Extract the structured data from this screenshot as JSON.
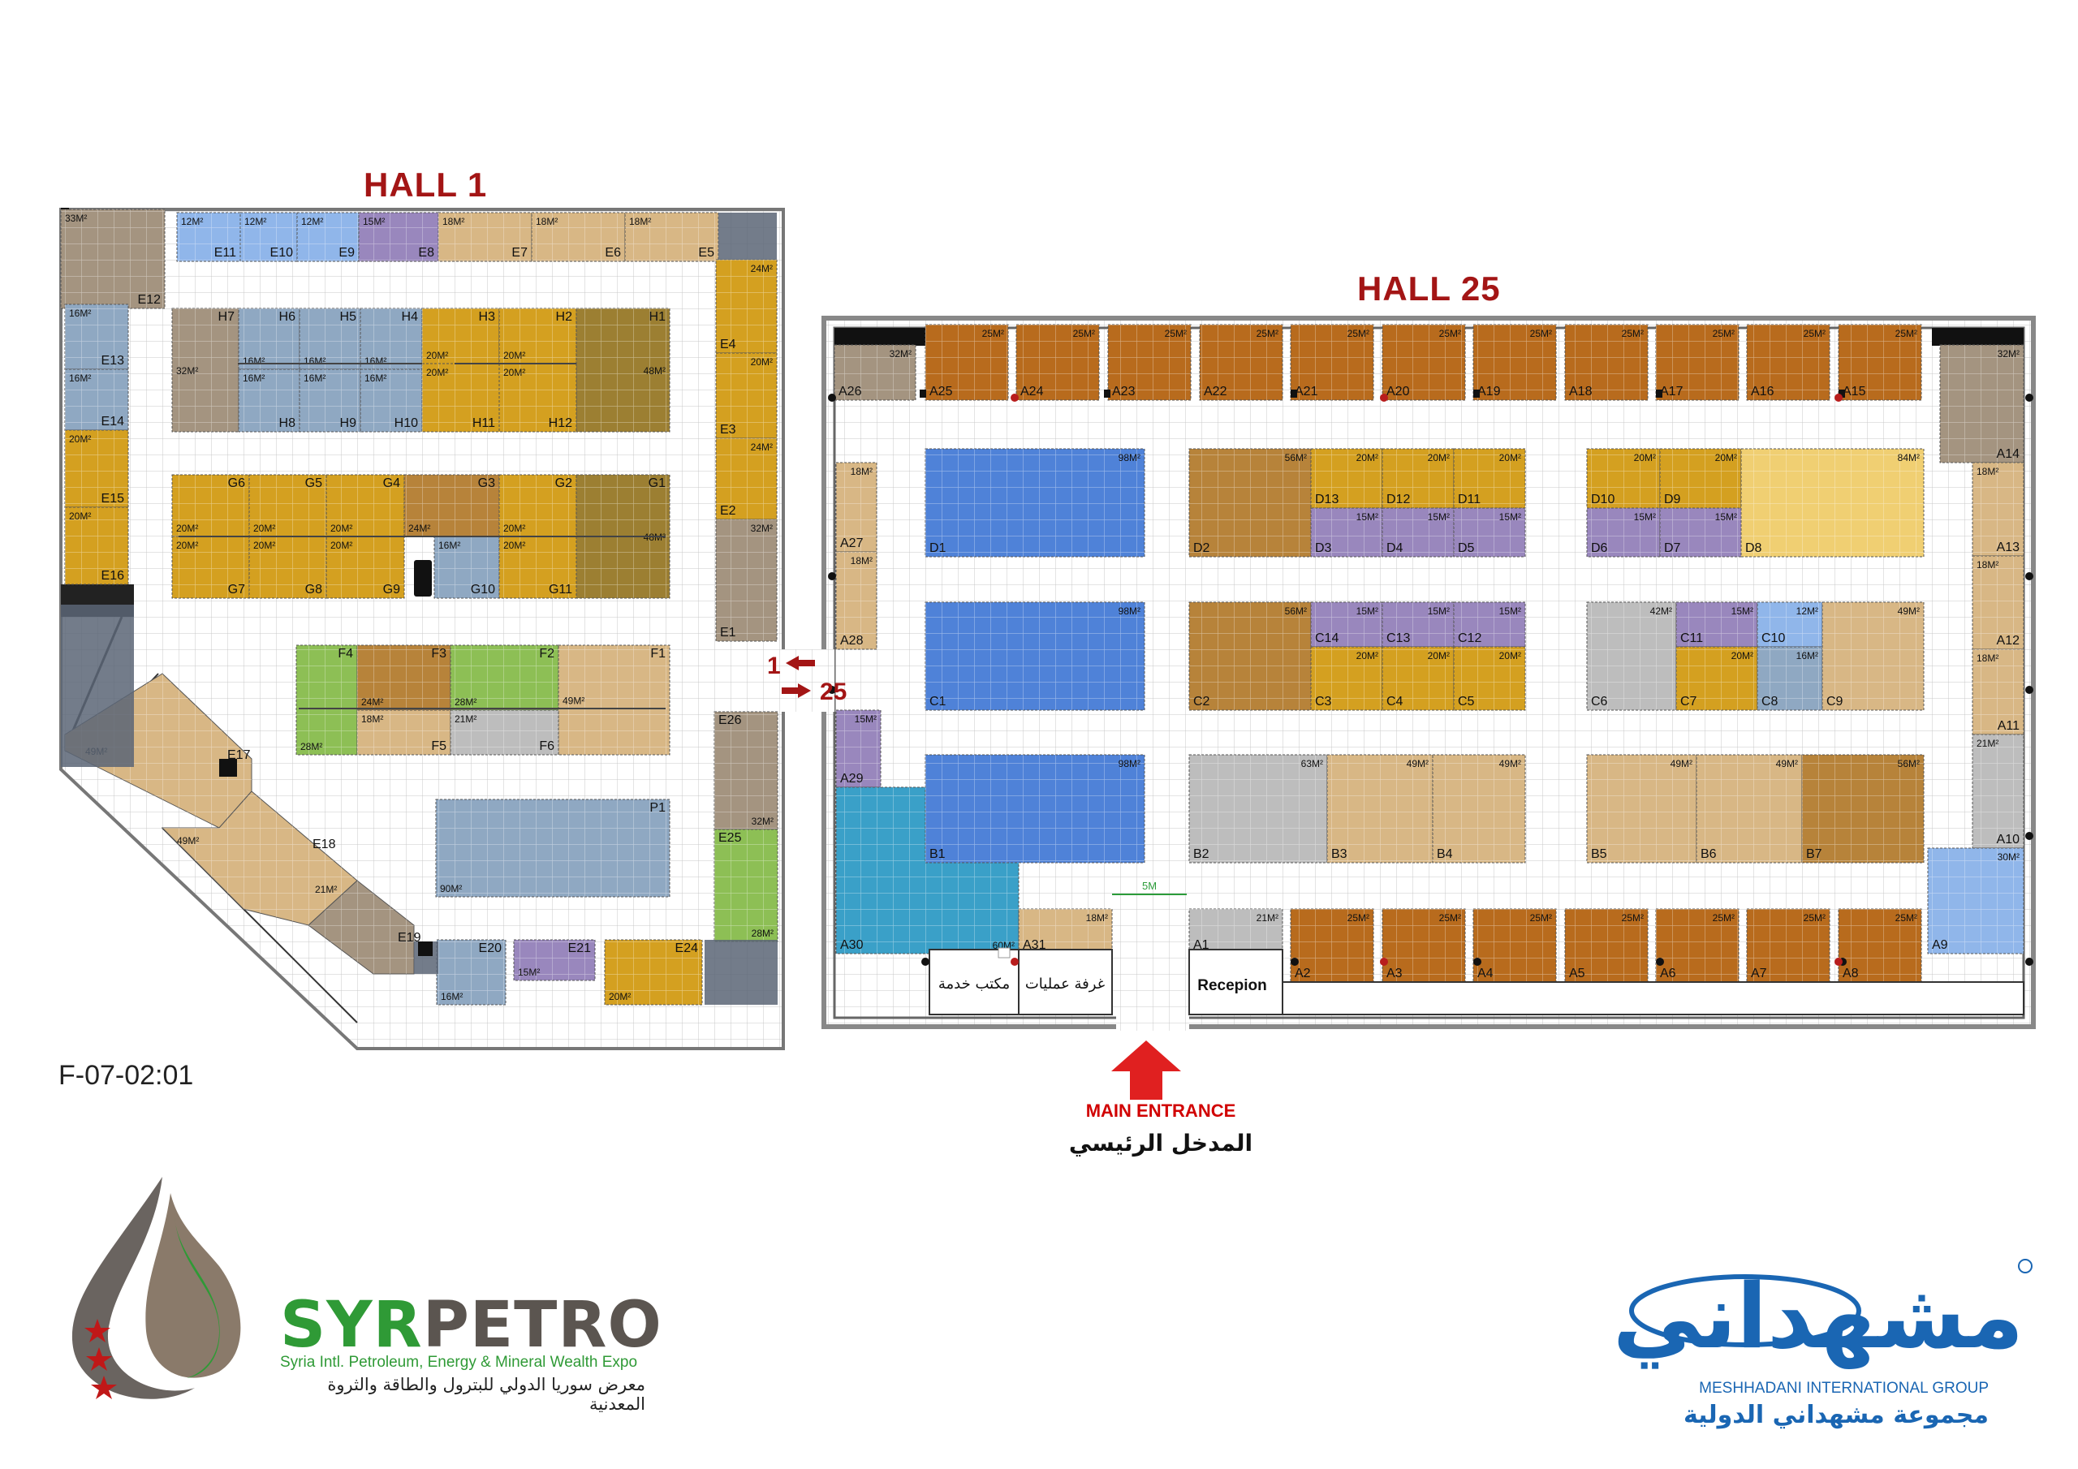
{
  "hall1_title": "HALL  1",
  "hall25_title": "HALL  25",
  "doc_code": "F-07-02:01",
  "dir_to_1": "1",
  "dir_to_25": "25",
  "gap_label": "5M",
  "main_entrance_en": "MAIN ENTRANCE",
  "main_entrance_ar": "المدخل الرئيسي",
  "room_service": "مكتب خدمة",
  "room_operations": "غرفة عمليات",
  "room_reception": "Recepion",
  "syrpetro_syr": "SYR",
  "syrpetro_petro": "PETRO",
  "syrpetro_sub": "Syria Intl. Petroleum, Energy & Mineral Wealth Expo",
  "syrpetro_ar": "معرض سوريا الدولي للبترول والطاقة والثروة المعدنية",
  "meshhadani_logo_text": "مشهداني",
  "meshhadani_en": "MESHHADANI INTERNATIONAL GROUP",
  "meshhadani_ar": "مجموعة مشهداني الدولية",
  "colors": {
    "tan": "#d8b785",
    "brown": "#b7833a",
    "copper": "#b86b1d",
    "gold": "#d4a020",
    "olive": "#9c7f32",
    "taupe": "#a49480",
    "slate": "#8fa8c2",
    "blue": "#4f82d8",
    "lightblue": "#90b6ea",
    "purple": "#9987bd",
    "green": "#8dbf55",
    "gray": "#bdbdbd",
    "teal": "#3aa0c8",
    "sand": "#f0cf72",
    "darkslate": "#5a6575",
    "title_red": "#a31515"
  },
  "booths": [
    {
      "id": "E12",
      "area": "33M²",
      "shade": "taupe"
    },
    {
      "id": "E11",
      "area": "12M²",
      "shade": "lightblue"
    },
    {
      "id": "E10",
      "area": "12M²",
      "shade": "lightblue"
    },
    {
      "id": "E9",
      "area": "12M²",
      "shade": "lightblue"
    },
    {
      "id": "E8",
      "area": "15M²",
      "shade": "purple"
    },
    {
      "id": "E7",
      "area": "18M²",
      "shade": "tan"
    },
    {
      "id": "E6",
      "area": "18M²",
      "shade": "tan"
    },
    {
      "id": "E5",
      "area": "18M²",
      "shade": "tan"
    },
    {
      "id": "E13",
      "area": "16M²",
      "shade": "slate"
    },
    {
      "id": "E14",
      "area": "16M²",
      "shade": "slate"
    },
    {
      "id": "E15",
      "area": "20M²",
      "shade": "gold"
    },
    {
      "id": "E16",
      "area": "20M²",
      "shade": "gold"
    },
    {
      "id": "E4",
      "area": "24M²",
      "shade": "gold"
    },
    {
      "id": "E3",
      "area": "20M²",
      "shade": "gold"
    },
    {
      "id": "E2",
      "area": "24M²",
      "shade": "gold"
    },
    {
      "id": "E1",
      "area": "32M²",
      "shade": "taupe"
    },
    {
      "id": "H7",
      "area": "32M²",
      "shade": "taupe"
    },
    {
      "id": "H6",
      "area": "16M²",
      "shade": "slate"
    },
    {
      "id": "H5",
      "area": "16M²",
      "shade": "slate"
    },
    {
      "id": "H4",
      "area": "16M²",
      "shade": "slate"
    },
    {
      "id": "H3",
      "area": "20M²",
      "shade": "gold"
    },
    {
      "id": "H2",
      "area": "20M²",
      "shade": "gold"
    },
    {
      "id": "H1",
      "area": "48M²",
      "shade": "olive"
    },
    {
      "id": "H8",
      "area": "16M²",
      "shade": "slate"
    },
    {
      "id": "H9",
      "area": "16M²",
      "shade": "slate"
    },
    {
      "id": "H10",
      "area": "16M²",
      "shade": "slate"
    },
    {
      "id": "H11",
      "area": "20M²",
      "shade": "gold"
    },
    {
      "id": "H12",
      "area": "20M²",
      "shade": "gold"
    },
    {
      "id": "G6",
      "area": "20M²",
      "shade": "gold"
    },
    {
      "id": "G5",
      "area": "20M²",
      "shade": "gold"
    },
    {
      "id": "G4",
      "area": "20M²",
      "shade": "gold"
    },
    {
      "id": "G3",
      "area": "24M²",
      "shade": "brown"
    },
    {
      "id": "G2",
      "area": "20M²",
      "shade": "gold"
    },
    {
      "id": "G1",
      "area": "48M²",
      "shade": "olive"
    },
    {
      "id": "G7",
      "area": "20M²",
      "shade": "gold"
    },
    {
      "id": "G8",
      "area": "20M²",
      "shade": "gold"
    },
    {
      "id": "G9",
      "area": "20M²",
      "shade": "gold"
    },
    {
      "id": "G10",
      "area": "16M²",
      "shade": "slate"
    },
    {
      "id": "G11",
      "area": "20M²",
      "shade": "gold"
    },
    {
      "id": "F4",
      "area": "28M²",
      "shade": "green"
    },
    {
      "id": "F3",
      "area": "24M²",
      "shade": "brown"
    },
    {
      "id": "F2",
      "area": "28M²",
      "shade": "green"
    },
    {
      "id": "F1",
      "area": "49M²",
      "shade": "tan"
    },
    {
      "id": "F5",
      "area": "18M²",
      "shade": "tan"
    },
    {
      "id": "F6",
      "area": "21M²",
      "shade": "gray"
    },
    {
      "id": "E17",
      "area": "49M²",
      "shade": "tan"
    },
    {
      "id": "E18",
      "area": "49M²",
      "shade": "tan"
    },
    {
      "id": "E19",
      "area": "21M²",
      "shade": "taupe"
    },
    {
      "id": "E20",
      "area": "16M²",
      "shade": "slate"
    },
    {
      "id": "E21",
      "area": "15M²",
      "shade": "purple"
    },
    {
      "id": "E24",
      "area": "20M²",
      "shade": "gold"
    },
    {
      "id": "E26",
      "area": "32M²",
      "shade": "taupe"
    },
    {
      "id": "E25",
      "area": "28M²",
      "shade": "green"
    },
    {
      "id": "P1",
      "area": "90M²",
      "shade": "slate"
    },
    {
      "id": "A26",
      "area": "32M²",
      "shade": "taupe"
    },
    {
      "id": "A25",
      "area": "25M²",
      "shade": "copper"
    },
    {
      "id": "A24",
      "area": "25M²",
      "shade": "copper"
    },
    {
      "id": "A23",
      "area": "25M²",
      "shade": "copper"
    },
    {
      "id": "A22",
      "area": "25M²",
      "shade": "copper"
    },
    {
      "id": "A21",
      "area": "25M²",
      "shade": "copper"
    },
    {
      "id": "A20",
      "area": "25M²",
      "shade": "copper"
    },
    {
      "id": "A19",
      "area": "25M²",
      "shade": "copper"
    },
    {
      "id": "A18",
      "area": "25M²",
      "shade": "copper"
    },
    {
      "id": "A17",
      "area": "25M²",
      "shade": "copper"
    },
    {
      "id": "A16",
      "area": "25M²",
      "shade": "copper"
    },
    {
      "id": "A15",
      "area": "25M²",
      "shade": "copper"
    },
    {
      "id": "A14",
      "area": "32M²",
      "shade": "taupe"
    },
    {
      "id": "A27",
      "area": "18M²",
      "shade": "tan"
    },
    {
      "id": "A28",
      "area": "18M²",
      "shade": "tan"
    },
    {
      "id": "A29",
      "area": "15M²",
      "shade": "purple"
    },
    {
      "id": "A30",
      "area": "60M²",
      "shade": "teal"
    },
    {
      "id": "A31",
      "area": "18M²",
      "shade": "tan"
    },
    {
      "id": "A13",
      "area": "18M²",
      "shade": "tan"
    },
    {
      "id": "A12",
      "area": "18M²",
      "shade": "tan"
    },
    {
      "id": "A11",
      "area": "18M²",
      "shade": "tan"
    },
    {
      "id": "A10",
      "area": "21M²",
      "shade": "gray"
    },
    {
      "id": "A9",
      "area": "30M²",
      "shade": "lightblue"
    },
    {
      "id": "A1",
      "area": "21M²",
      "shade": "gray"
    },
    {
      "id": "A2",
      "area": "25M²",
      "shade": "copper"
    },
    {
      "id": "A3",
      "area": "25M²",
      "shade": "copper"
    },
    {
      "id": "A4",
      "area": "25M²",
      "shade": "copper"
    },
    {
      "id": "A5",
      "area": "25M²",
      "shade": "copper"
    },
    {
      "id": "A6",
      "area": "25M²",
      "shade": "copper"
    },
    {
      "id": "A7",
      "area": "25M²",
      "shade": "copper"
    },
    {
      "id": "A8",
      "area": "25M²",
      "shade": "copper"
    },
    {
      "id": "D1",
      "area": "98M²",
      "shade": "blue"
    },
    {
      "id": "C1",
      "area": "98M²",
      "shade": "blue"
    },
    {
      "id": "B1",
      "area": "98M²",
      "shade": "blue"
    },
    {
      "id": "D2",
      "area": "56M²",
      "shade": "brown"
    },
    {
      "id": "D13",
      "area": "20M²",
      "shade": "gold"
    },
    {
      "id": "D12",
      "area": "20M²",
      "shade": "gold"
    },
    {
      "id": "D11",
      "area": "20M²",
      "shade": "gold"
    },
    {
      "id": "D3",
      "area": "15M²",
      "shade": "purple"
    },
    {
      "id": "D4",
      "area": "15M²",
      "shade": "purple"
    },
    {
      "id": "D5",
      "area": "15M²",
      "shade": "purple"
    },
    {
      "id": "D10",
      "area": "20M²",
      "shade": "gold"
    },
    {
      "id": "D9",
      "area": "20M²",
      "shade": "gold"
    },
    {
      "id": "D8",
      "area": "84M²",
      "shade": "sand"
    },
    {
      "id": "D6",
      "area": "15M²",
      "shade": "purple"
    },
    {
      "id": "D7",
      "area": "15M²",
      "shade": "purple"
    },
    {
      "id": "C2",
      "area": "56M²",
      "shade": "brown"
    },
    {
      "id": "C14",
      "area": "15M²",
      "shade": "purple"
    },
    {
      "id": "C13",
      "area": "15M²",
      "shade": "purple"
    },
    {
      "id": "C12",
      "area": "15M²",
      "shade": "purple"
    },
    {
      "id": "C3",
      "area": "20M²",
      "shade": "gold"
    },
    {
      "id": "C4",
      "area": "20M²",
      "shade": "gold"
    },
    {
      "id": "C5",
      "area": "20M²",
      "shade": "gold"
    },
    {
      "id": "C6",
      "area": "42M²",
      "shade": "gray"
    },
    {
      "id": "C11",
      "area": "15M²",
      "shade": "purple"
    },
    {
      "id": "C10",
      "area": "12M²",
      "shade": "lightblue"
    },
    {
      "id": "C7",
      "area": "20M²",
      "shade": "gold"
    },
    {
      "id": "C8",
      "area": "16M²",
      "shade": "slate"
    },
    {
      "id": "C9",
      "area": "49M²",
      "shade": "tan"
    },
    {
      "id": "B2",
      "area": "63M²",
      "shade": "gray"
    },
    {
      "id": "B3",
      "area": "49M²",
      "shade": "tan"
    },
    {
      "id": "B4",
      "area": "49M²",
      "shade": "tan"
    },
    {
      "id": "B5",
      "area": "49M²",
      "shade": "tan"
    },
    {
      "id": "B6",
      "area": "49M²",
      "shade": "tan"
    },
    {
      "id": "B7",
      "area": "56M²",
      "shade": "brown"
    }
  ]
}
